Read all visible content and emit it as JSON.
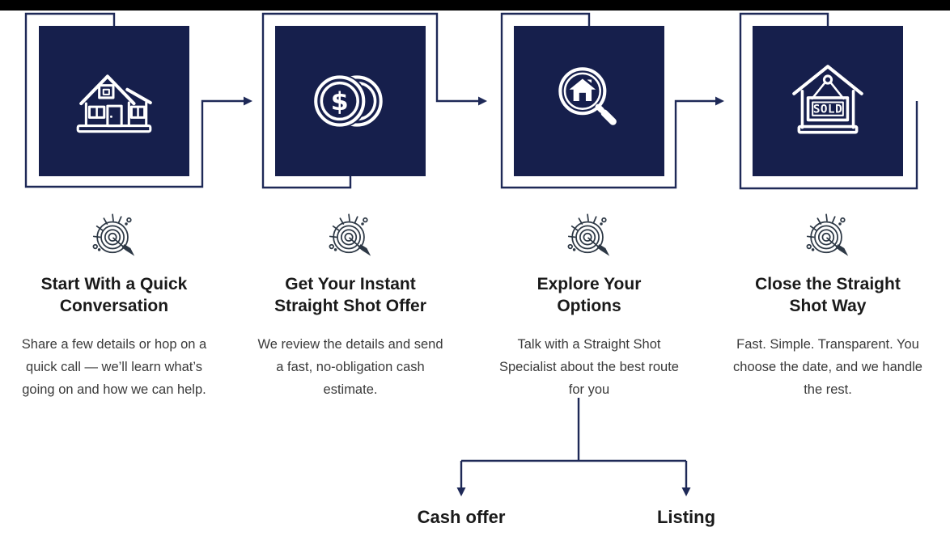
{
  "page": {
    "background": "#ffffff",
    "top_bar_color": "#000000"
  },
  "colors": {
    "card_fill": "#161f4c",
    "connector_line": "#1e2957",
    "target_icon_stroke": "#2d3845",
    "heading_text": "#1a1a1a",
    "body_text": "#3a3a3a",
    "icon_stroke": "#ffffff"
  },
  "steps": [
    {
      "icon": "house-icon",
      "marker_icon": "target-arrow-icon",
      "title": "Start With a Quick Conversation",
      "description": "Share a few details or hop on a quick call — we’ll learn what’s going on and how we can help."
    },
    {
      "icon": "dollar-coins-icon",
      "marker_icon": "target-arrow-icon",
      "title": "Get Your Instant Straight Shot Offer",
      "description": "We review the details and send a fast, no-obligation cash estimate."
    },
    {
      "icon": "magnifier-house-icon",
      "marker_icon": "target-arrow-icon",
      "title": "Explore Your Options",
      "description": "Talk with a Straight Shot Specialist about the best route for you"
    },
    {
      "icon": "sold-sign-icon",
      "marker_icon": "target-arrow-icon",
      "title": "Close the Straight Shot Way",
      "description": "Fast. Simple. Transparent. You choose the date, and we handle the rest."
    }
  ],
  "icon_text": {
    "dollar_symbol": "$",
    "sold_sign": "SOLD"
  },
  "branch": {
    "from_step": "Explore Your Options",
    "options": [
      {
        "label": "Cash offer"
      },
      {
        "label": "Listing"
      }
    ]
  }
}
